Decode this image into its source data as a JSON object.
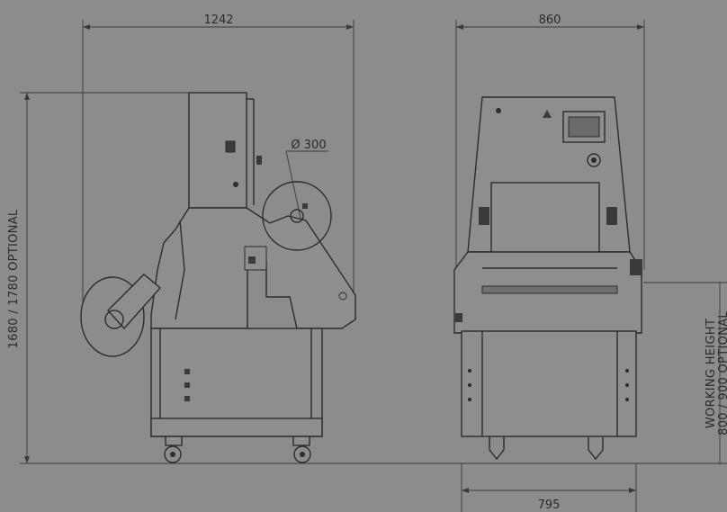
{
  "drawing": {
    "dim_side_width": "1242",
    "dim_front_width": "860",
    "dim_base_width": "795",
    "dim_height": "1680 / 1780 OPTIONAL",
    "dim_diameter": "Ø 300",
    "dim_working_height_line1": "WORKING HEIGHT",
    "dim_working_height_line2": "800 / 900 OPTIONAL"
  },
  "colors": {
    "background": "#8c8c8c",
    "line": "#2c2c2c"
  }
}
